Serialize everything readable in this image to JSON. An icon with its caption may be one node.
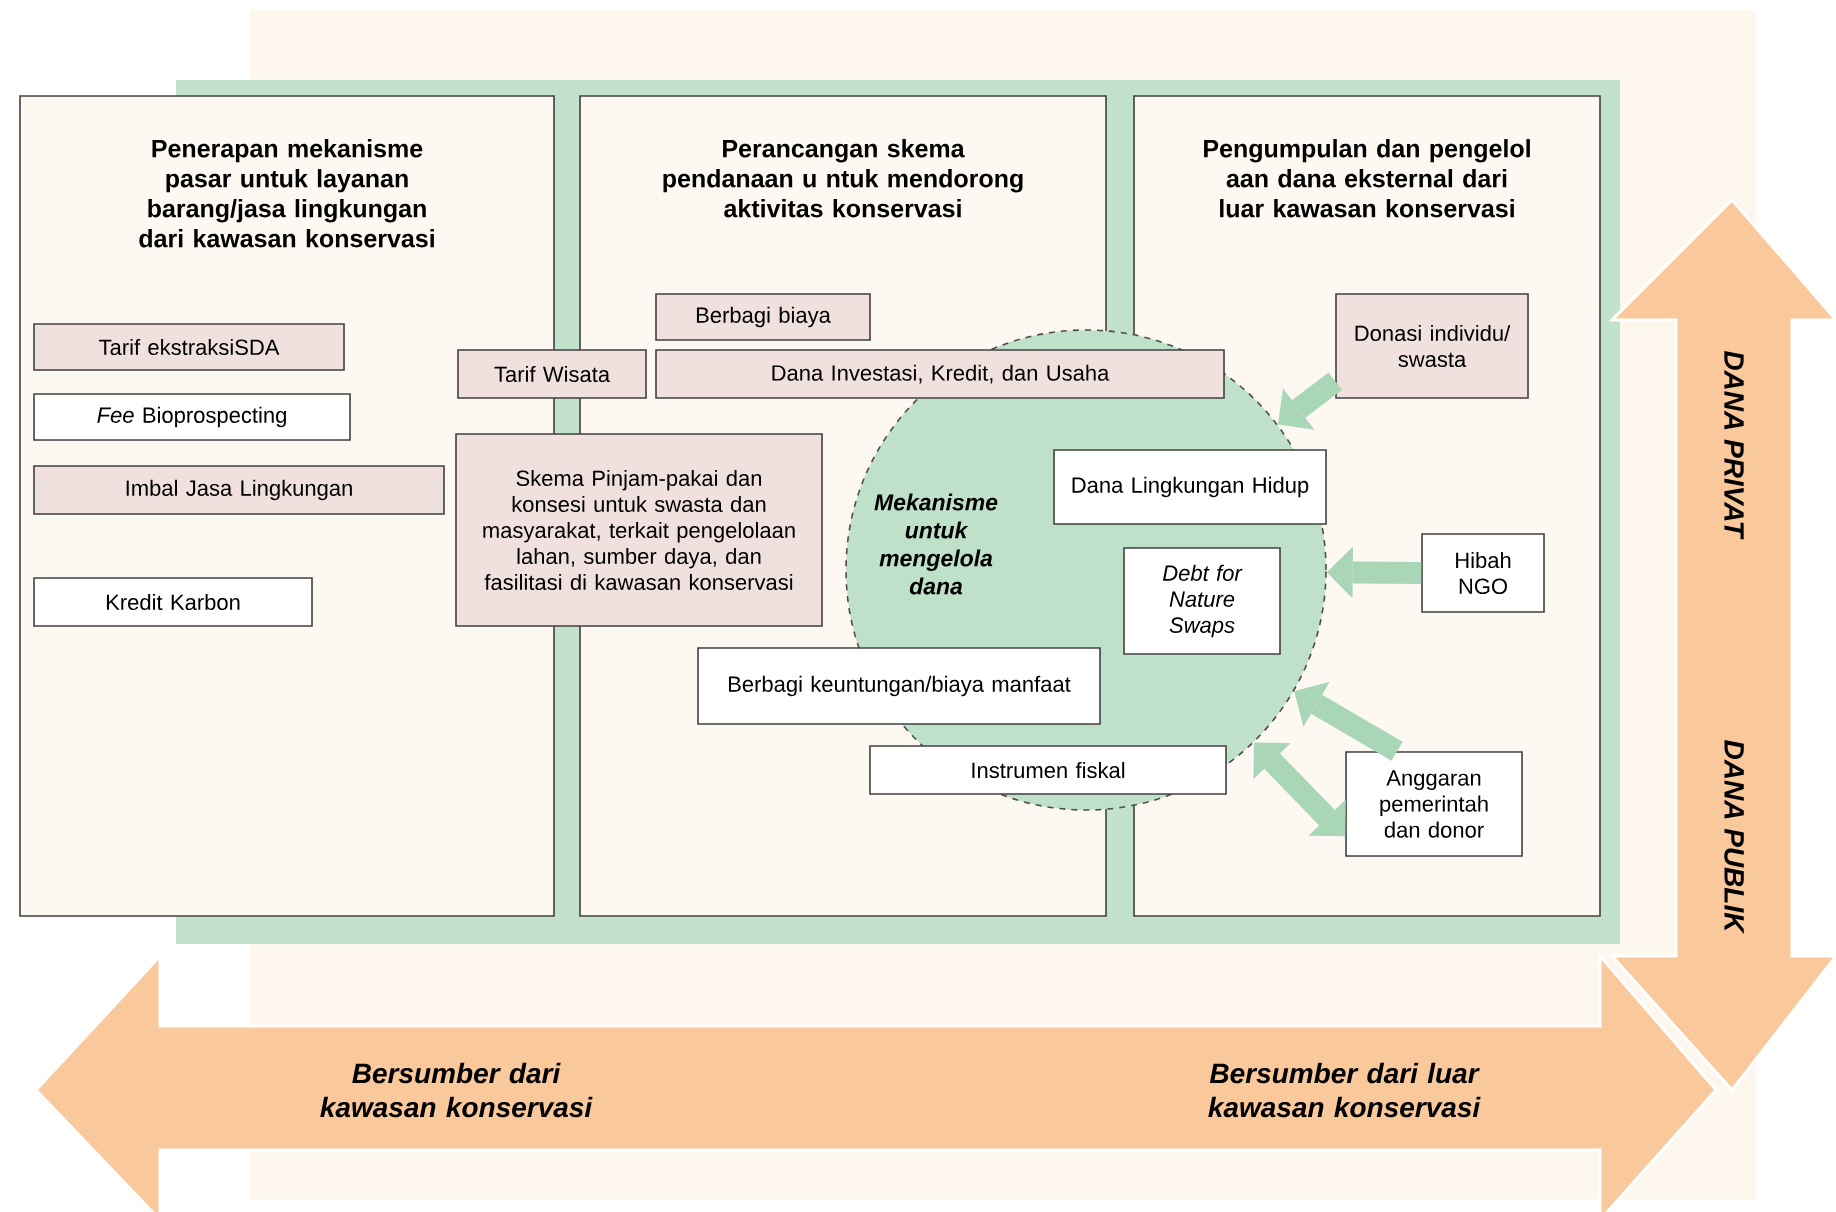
{
  "diagram": {
    "nodes": [
      {
        "text": [
          "Penerapan mekanisme pasar untuk layanan barang/jasa lingkungan dari kawasan konservasi"
        ]
      },
      {
        "text": [
          "Perancangan skema pendanaan u ntuk mendorong aktivitas konservasi"
        ]
      },
      {
        "text": [
          "Pengumpulan dan pengelol aan dana eksternal dari luar kawasan konservasi"
        ]
      },
      {
        "text": [
          "Mekanisme untuk mengelola dana"
        ]
      },
      {
        "text": [
          "Tarif ekstraksiSDA"
        ],
        "in": 0
      },
      {
        "text": [
          "*Fee* Bioprospecting"
        ],
        "in": 0
      },
      {
        "text": [
          "Imbal Jasa Lingkungan"
        ],
        "in": 0
      },
      {
        "text": [
          "Kredit Karbon"
        ],
        "in": 0
      },
      {
        "text": [
          "Tarif Wisata"
        ]
      },
      {
        "text": [
          "Skema Pinjam-pakai dan konsesi untuk swasta dan masyarakat, terkait pengelolaan lahan, sumber daya, dan fasilitasi di kawasan konservasi"
        ]
      },
      {
        "text": [
          "Berbagi biaya"
        ],
        "in": 1
      },
      {
        "text": [
          "Dana Investasi, Kredit, dan  Usaha"
        ]
      },
      {
        "text": [
          "Dana Lingkungan Hidup"
        ],
        "in": 3
      },
      {
        "text": [
          "Debt for Nature Swaps"
        ],
        "in": 3
      },
      {
        "text": [
          "Berbagi keuntungan/biaya manfaat"
        ],
        "in": 1
      },
      {
        "text": [
          "Instrumen fiskal"
        ],
        "in": 3
      },
      {
        "text": [
          "Donasi individu/ swasta"
        ],
        "in": 2
      },
      {
        "text": [
          "Hibah NGO"
        ],
        "in": 2
      },
      {
        "text": [
          "Anggaran pemerintah dan donor"
        ],
        "in": 2
      }
    ],
    "edges": [
      {
        "from": 16,
        "to": 3,
        "arrow": "to"
      },
      {
        "from": 17,
        "to": 3,
        "arrow": "to"
      },
      {
        "from": 18,
        "to": 3,
        "arrow": "to"
      },
      {
        "from": 18,
        "to": 3,
        "arrow": "both"
      }
    ],
    "labels": [
      "DANA PRIVAT",
      "DANA PUBLIK",
      "Bersumber dari kawasan konservasi",
      "Bersumber dari luar kawasan konservasi"
    ]
  }
}
